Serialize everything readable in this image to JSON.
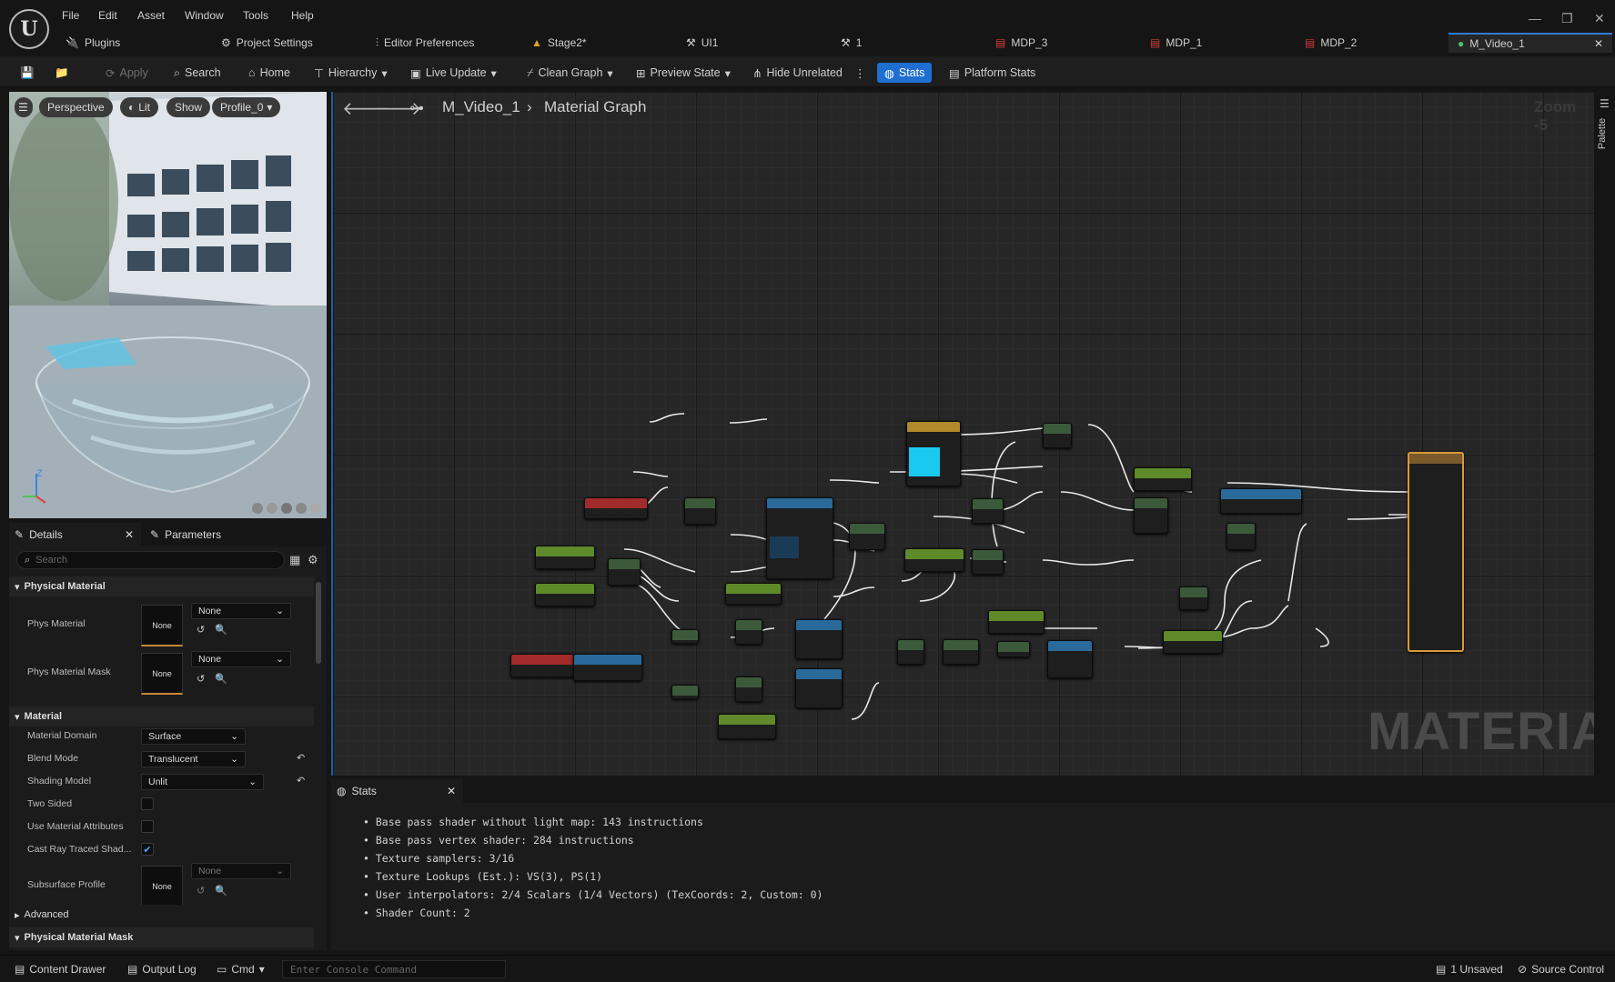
{
  "menu": {
    "file": "File",
    "edit": "Edit",
    "asset": "Asset",
    "window": "Window",
    "tools": "Tools",
    "help": "Help"
  },
  "tabs": {
    "plugins": "Plugins",
    "project_settings": "Project Settings",
    "editor_preferences": "Editor Preferences",
    "stage2": "Stage2*",
    "ui1": "UI1",
    "one": "1",
    "mdp3": "MDP_3",
    "mdp1": "MDP_1",
    "mdp2": "MDP_2",
    "m_video_1": "M_Video_1"
  },
  "toolbar": {
    "apply": "Apply",
    "search": "Search",
    "home": "Home",
    "hierarchy": "Hierarchy",
    "live_update": "Live Update",
    "clean_graph": "Clean Graph",
    "preview_state": "Preview State",
    "hide_unrelated": "Hide Unrelated",
    "stats": "Stats",
    "platform_stats": "Platform Stats"
  },
  "viewport": {
    "perspective": "Perspective",
    "lit": "Lit",
    "show": "Show",
    "profile": "Profile_0",
    "axis_z": "Z"
  },
  "details": {
    "tab_details": "Details",
    "tab_parameters": "Parameters",
    "search_placeholder": "Search",
    "sections": {
      "physical_material": "Physical Material",
      "material": "Material",
      "advanced": "Advanced",
      "physical_material_mask": "Physical Material Mask"
    },
    "props": {
      "phys_material": {
        "label": "Phys Material",
        "thumb": "None",
        "value": "None"
      },
      "phys_material_mask": {
        "label": "Phys Material Mask",
        "thumb": "None",
        "value": "None"
      },
      "material_domain": {
        "label": "Material Domain",
        "value": "Surface"
      },
      "blend_mode": {
        "label": "Blend Mode",
        "value": "Translucent"
      },
      "shading_model": {
        "label": "Shading Model",
        "value": "Unlit"
      },
      "two_sided": {
        "label": "Two Sided",
        "checked": false
      },
      "use_material_attributes": {
        "label": "Use Material Attributes",
        "checked": false
      },
      "cast_ray_traced": {
        "label": "Cast Ray Traced Shad...",
        "checked": true
      },
      "subsurface_profile": {
        "label": "Subsurface Profile",
        "thumb": "None",
        "value": "None"
      }
    }
  },
  "graph": {
    "breadcrumb_asset": "M_Video_1",
    "breadcrumb_graph": "Material Graph",
    "zoom": "Zoom -5",
    "watermark": "MATERIAL",
    "palette": "Palette"
  },
  "stats_panel": {
    "title": "Stats",
    "lines": [
      "Base pass shader without light map: 143 instructions",
      "Base pass vertex shader: 284 instructions",
      "Texture samplers: 3/16",
      "Texture Lookups (Est.): VS(3), PS(1)",
      "User interpolators: 2/4 Scalars (1/4 Vectors) (TexCoords: 2, Custom: 0)",
      "Shader Count: 2"
    ]
  },
  "statusbar": {
    "content_drawer": "Content Drawer",
    "output_log": "Output Log",
    "cmd": "Cmd",
    "console_placeholder": "Enter Console Command",
    "unsaved": "1 Unsaved",
    "source_control": "Source Control"
  },
  "colors": {
    "accent": "#1f6fd1",
    "selection_orange": "#c7883a",
    "swatch_cyan": "#19c9f0"
  }
}
